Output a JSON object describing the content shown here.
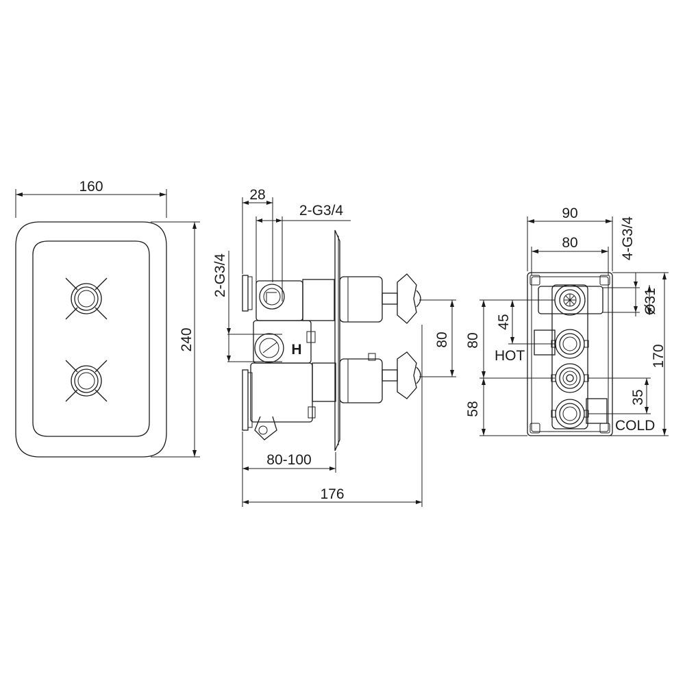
{
  "front_view": {
    "width_label": "160",
    "height_label": "240"
  },
  "side_view": {
    "plate_depth_label": "28",
    "outlet_label": "2-G3/4",
    "inlet_label": "2-G3/4",
    "handle_spacing_label": "80",
    "wall_depth_label": "80-100",
    "overall_depth_label": "176",
    "hot_mark": "H"
  },
  "rear_view": {
    "outer_width_label": "90",
    "inner_width_label": "80",
    "ports_label": "4-G3/4",
    "diameter_label": "Ø31",
    "spacing_45_label": "45",
    "spacing_80_label": "80",
    "hot_label": "HOT",
    "height_170_label": "170",
    "spacing_35_label": "35",
    "spacing_58_label": "58",
    "cold_label": "COLD"
  },
  "colors": {
    "line": "#1a1a1a",
    "background": "#ffffff"
  }
}
